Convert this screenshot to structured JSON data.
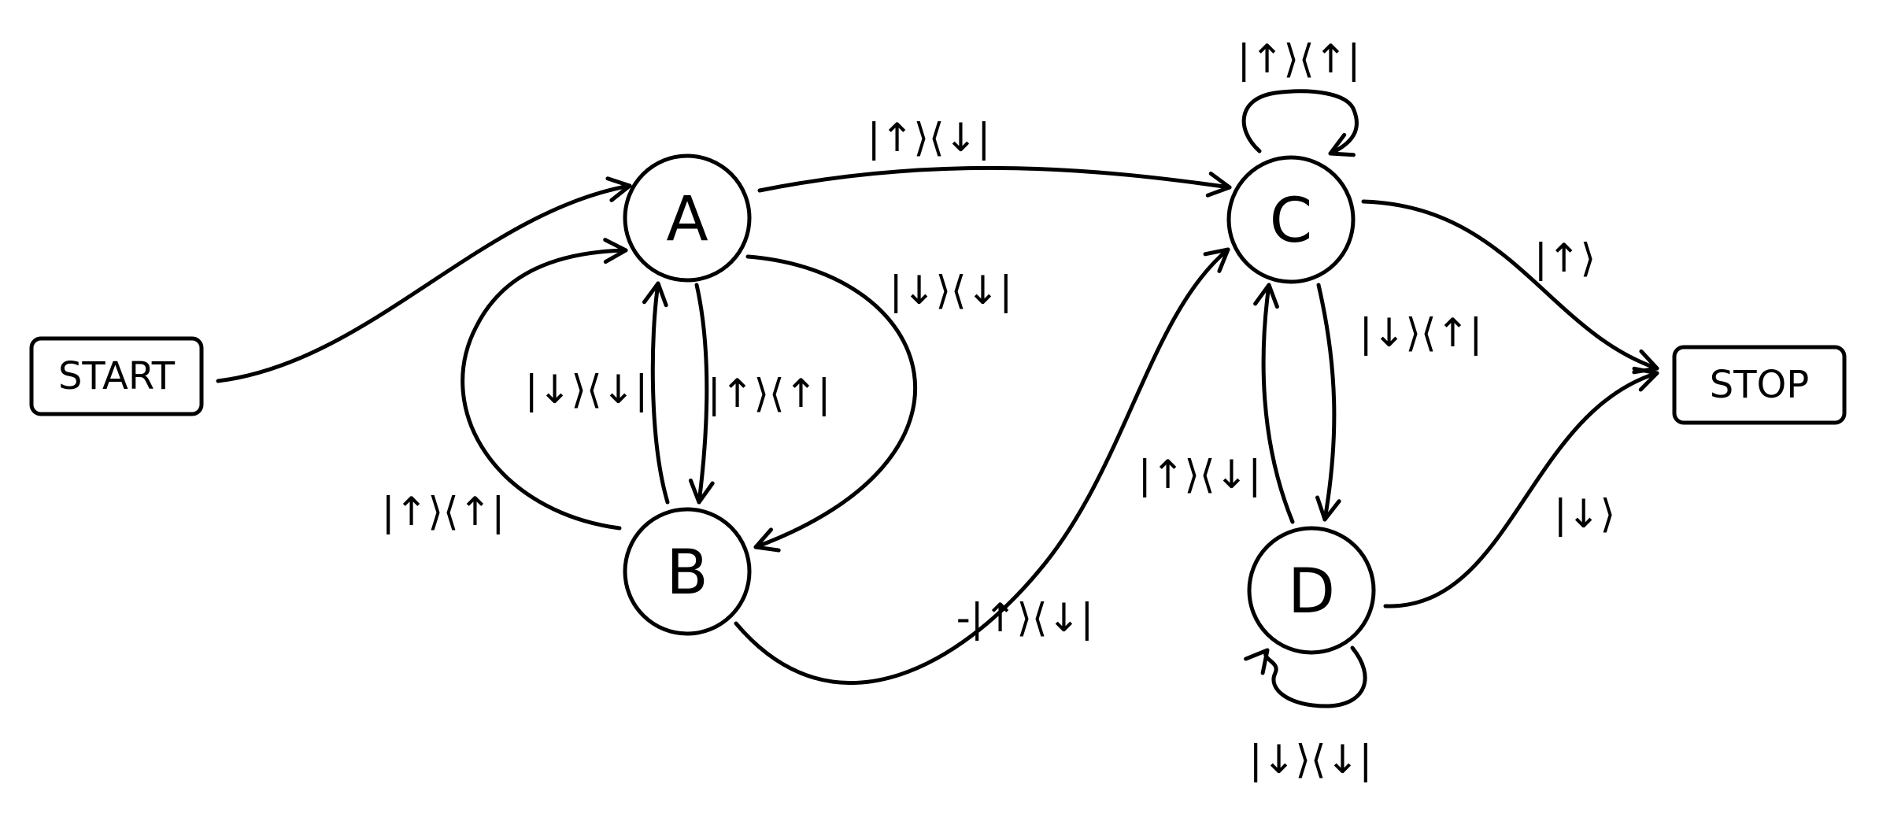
{
  "diagram": {
    "start": "START",
    "stop": "STOP",
    "nodes": {
      "a": "A",
      "b": "B",
      "c": "C",
      "d": "D"
    },
    "edges": {
      "a_c": "|↑⟩⟨↓|",
      "c_self": "|↑⟩⟨↑|",
      "a_b_right": "|↓⟩⟨↓|",
      "b_a_inner": "|↓⟩⟨↓|",
      "a_b_inner": "|↑⟩⟨↑|",
      "b_a_outer": "|↑⟩⟨↑|",
      "b_c": "-|↑⟩⟨↓|",
      "c_stop": "|↑⟩",
      "c_d": "|↓⟩⟨↑|",
      "d_c": "|↑⟩⟨↓|",
      "d_stop": "|↓⟩",
      "d_self": "|↓⟩⟨↓|"
    }
  }
}
